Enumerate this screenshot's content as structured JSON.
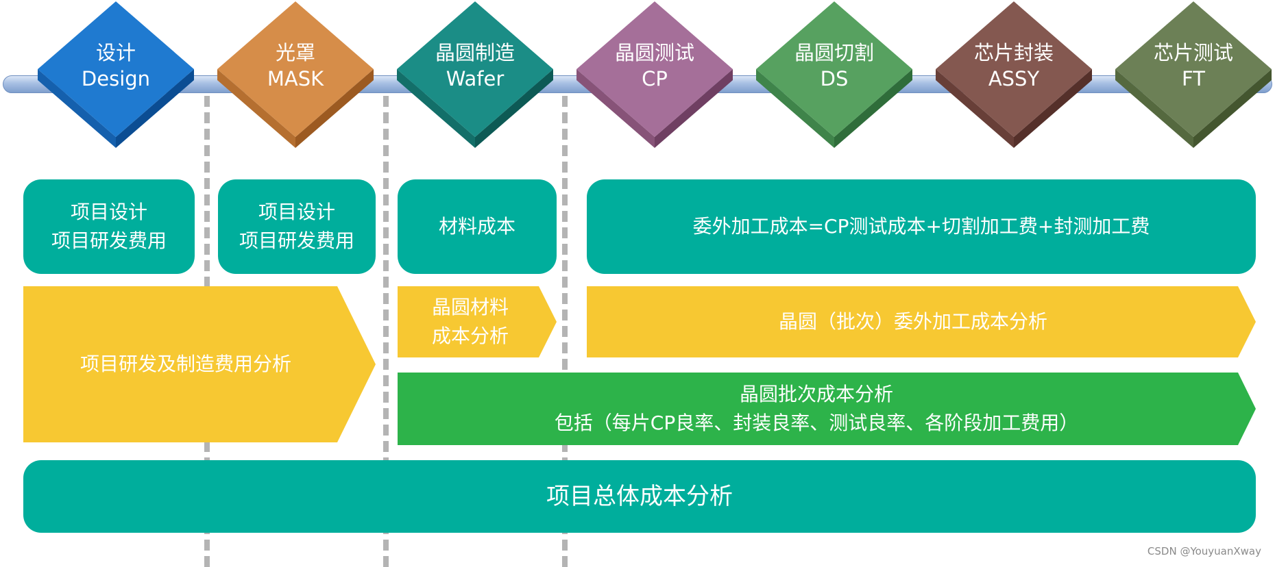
{
  "stages": [
    {
      "cn": "设计",
      "en": "Design",
      "face": "#1f7ad0",
      "left": "#1560ad",
      "right": "#0b4d93"
    },
    {
      "cn": "光罩",
      "en": "MASK",
      "face": "#d68d49",
      "left": "#b56f30",
      "right": "#9c5a21"
    },
    {
      "cn": "晶圆制造",
      "en": "Wafer",
      "face": "#1b8d86",
      "left": "#136f69",
      "right": "#0d5a55"
    },
    {
      "cn": "晶圆测试",
      "en": "CP",
      "face": "#a56f99",
      "left": "#875378",
      "right": "#6f3f62"
    },
    {
      "cn": "晶圆切割",
      "en": "DS",
      "face": "#57a160",
      "left": "#3f844a",
      "right": "#2f6d3a"
    },
    {
      "cn": "芯片封装",
      "en": "ASSY",
      "face": "#845850",
      "left": "#683f38",
      "right": "#55302a"
    },
    {
      "cn": "芯片测试",
      "en": "FT",
      "face": "#6c8056",
      "left": "#55693f",
      "right": "#44562f"
    }
  ],
  "cost_boxes": {
    "design": [
      "项目设计",
      "项目研发费用"
    ],
    "mask": [
      "项目设计",
      "项目研发费用"
    ],
    "material": "材料成本",
    "outsource": "委外加工成本=CP测试成本+切割加工费+封测加工费"
  },
  "analysis": {
    "rd": "项目研发及制造费用分析",
    "wafer_material": [
      "晶圆材料",
      "成本分析"
    ],
    "outsource_batch": "晶圆（批次）委外加工成本分析",
    "batch": [
      "晶圆批次成本分析",
      "包括（每片CP良率、封装良率、测试良率、各阶段加工费用）"
    ],
    "total": "项目总体成本分析"
  },
  "colors": {
    "teal": "#00ae9c",
    "yellow": "#f7c832",
    "green": "#2db34a",
    "dash": "#b4b4b4"
  },
  "watermark": "CSDN @YouyuanXway"
}
